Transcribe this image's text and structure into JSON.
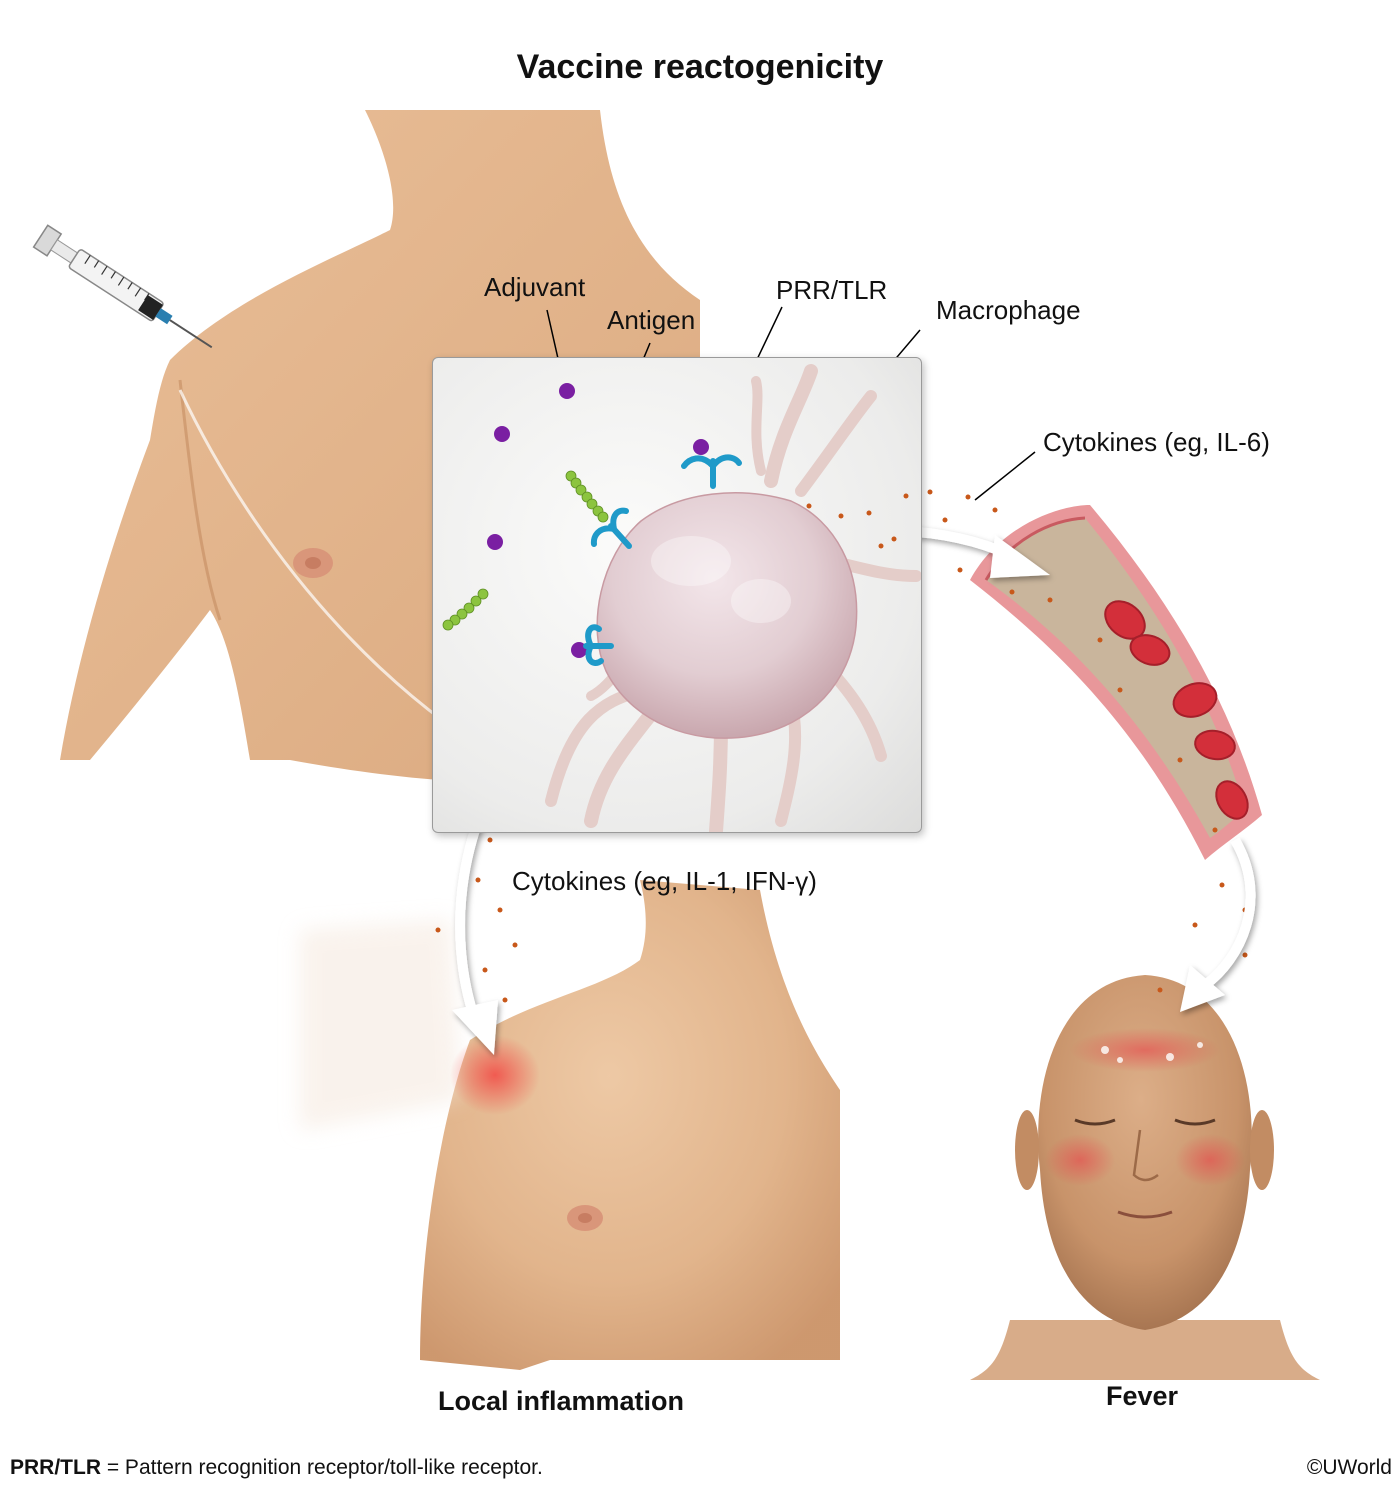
{
  "title": "Vaccine reactogenicity",
  "labels": {
    "adjuvant": "Adjuvant",
    "antigen": "Antigen",
    "prr_tlr": "PRR/TLR",
    "macrophage": "Macrophage",
    "cytokines_il6": "Cytokines (eg, IL-6)",
    "cytokines_il1": "Cytokines (eg, IL-1, IFN-γ)"
  },
  "captions": {
    "local": "Local inflammation",
    "fever": "Fever"
  },
  "footer": {
    "abbr": "PRR/TLR",
    "definition": " = Pattern recognition receptor/toll-like receptor.",
    "copyright": "©UWorld"
  },
  "colors": {
    "skin": "#e3b68c",
    "adjuvant": "#7a1fa2",
    "antigen": "#8cc43f",
    "receptor": "#1f9ac9",
    "cytokine": "#c8581a",
    "vessel_wall": "#e0878a",
    "rbc": "#d32f3a",
    "inflammation": "#f0504a"
  }
}
